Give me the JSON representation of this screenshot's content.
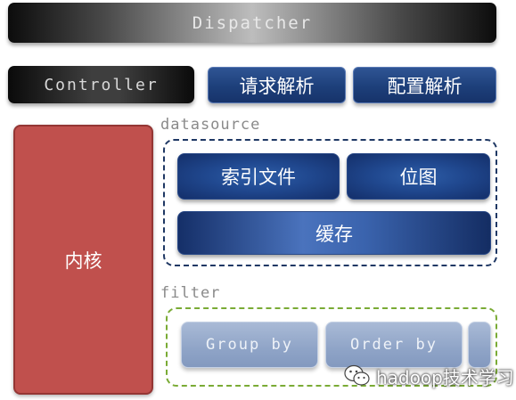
{
  "layers": {
    "dispatcher": "Dispatcher",
    "controller": "Controller",
    "request_parse": "请求解析",
    "config_parse": "配置解析",
    "kernel": "内核"
  },
  "datasource": {
    "label": "datasource",
    "index_file": "索引文件",
    "bitmap": "位图",
    "cache": "缓存"
  },
  "filter": {
    "label": "filter",
    "group_by": "Group by",
    "order_by": "Order by"
  },
  "watermark": {
    "text": "hadoop技术学习",
    "icon": "wechat-icon"
  },
  "colors": {
    "kernel": "#c0504d",
    "navy": "#1d3f7a",
    "datasource_border": "#1f3864",
    "filter_border": "#7aab35",
    "filter_block": "#8fa4c7"
  }
}
